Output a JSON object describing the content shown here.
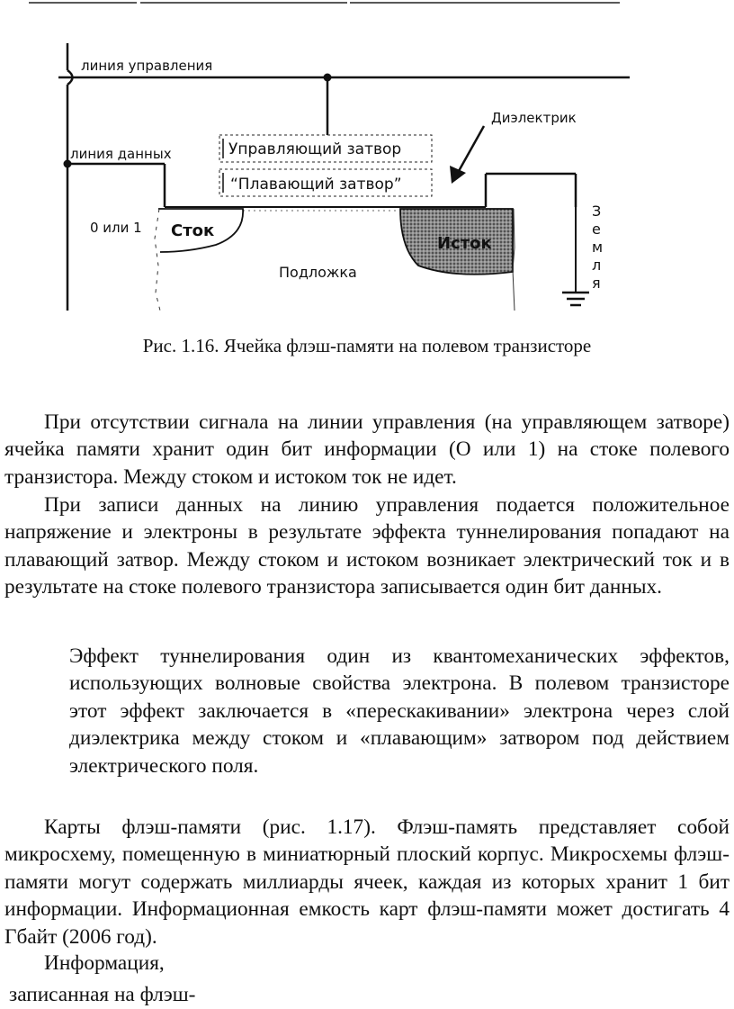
{
  "figure": {
    "labels": {
      "control_line": "линия управления",
      "data_line": "линия данных",
      "control_gate": "Управляющий затвор",
      "floating_gate": "“Плавающий затвор”",
      "dielectric": "Диэлектрик",
      "bit_value": "0 или 1",
      "drain": "Сток",
      "source": "Исток",
      "substrate": "Подложка",
      "ground_letters": [
        "З",
        "е",
        "м",
        "л",
        "я"
      ]
    }
  },
  "caption": "Рис. 1.16. Ячейка флэш-памяти на полевом транзисторе",
  "paragraphs": {
    "p1": "При отсутствии сигнала на линии управления (на управляющем затворе) ячейка памяти хранит один бит информации (О или 1) на стоке полевого транзистора. Между стоком и истоком ток не идет.",
    "p2": "При записи данных на линию управления подается положительное напряжение и электроны в результате эффекта туннелирования попадают на плавающий затвор. Между стоком и истоком возникает электрический ток и в результате на стоке полевого транзистора записывается один бит данных.",
    "p3": "Эффект туннелирования один из квантомеханических эффектов, использующих волновые свойства электрона. В полевом транзисторе этот эффект заключается в «перескакивании» электрона через слой диэлектрика между стоком и «плавающим» затвором под действием электрического поля.",
    "p4": "Карты флэш-памяти (рис. 1.17). Флэш-память представляет собой микросхему, помещенную в миниатюрный плоский корпус. Микросхемы флэш-памяти могут содержать миллиарды ячеек, каждая из которых хранит 1 бит информации. Информационная емкость карт флэш-памяти может достигать 4 Гбайт (2006 год).",
    "p5": "Информация,",
    "p6": "записанная на флэш-"
  }
}
